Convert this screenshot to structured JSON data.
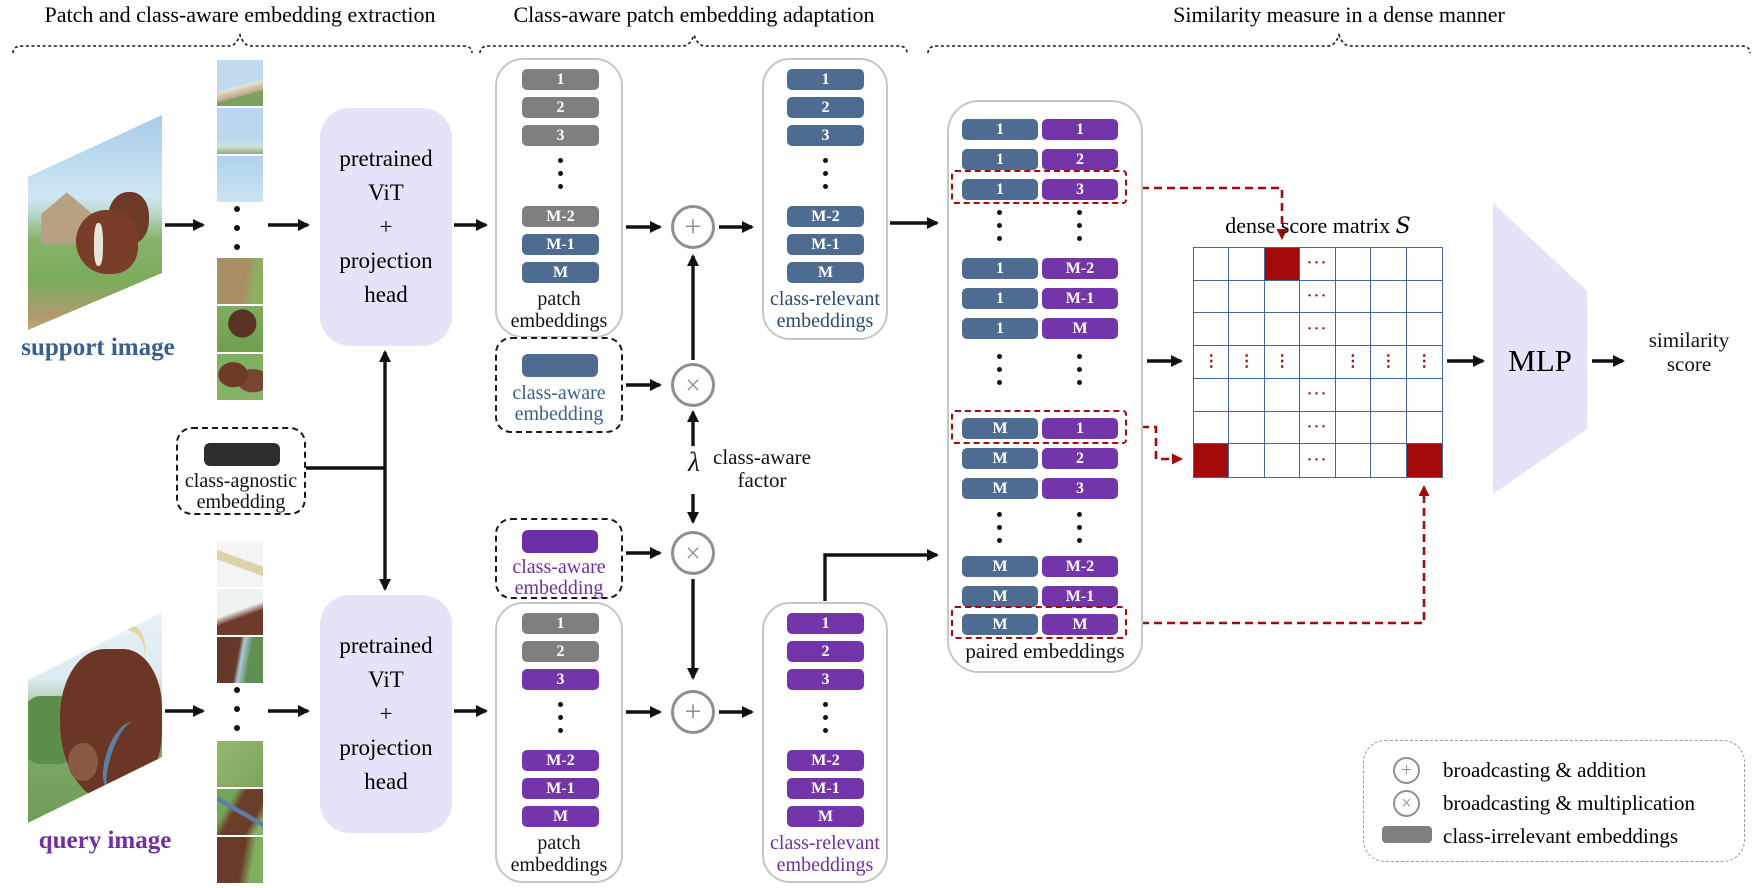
{
  "sections": [
    {
      "title": "Patch and class-aware embedding extraction"
    },
    {
      "title": "Class-aware patch embedding adaptation"
    },
    {
      "title": "Similarity measure in a dense manner"
    }
  ],
  "support": {
    "image_label": "support image"
  },
  "query": {
    "image_label": "query image"
  },
  "vit": {
    "text": "pretrained\nViT\n+\nprojection\nhead"
  },
  "class_agnostic": {
    "label": "class-agnostic\nembedding"
  },
  "class_aware_support": {
    "label": "class-aware\nembedding"
  },
  "class_aware_query": {
    "label": "class-aware\nembedding"
  },
  "factor": {
    "symbol": "λ",
    "label": "class-aware\nfactor"
  },
  "ops": {
    "plus": "+",
    "times": "×"
  },
  "columns": {
    "support_patch": {
      "rows": [
        "1",
        "2",
        "3",
        "M-2",
        "M-1",
        "M"
      ],
      "label": "patch\nembeddings"
    },
    "support_relevant": {
      "rows": [
        "1",
        "2",
        "3",
        "M-2",
        "M-1",
        "M"
      ],
      "label": "class-relevant\nembeddings"
    },
    "query_patch": {
      "rows": [
        "1",
        "2",
        "3",
        "M-2",
        "M-1",
        "M"
      ],
      "label": "patch\nembeddings"
    },
    "query_relevant": {
      "rows": [
        "1",
        "2",
        "3",
        "M-2",
        "M-1",
        "M"
      ],
      "label": "class-relevant\nembeddings"
    }
  },
  "paired": {
    "label": "paired embeddings",
    "rows": [
      [
        "1",
        "1"
      ],
      [
        "1",
        "2"
      ],
      [
        "1",
        "3"
      ],
      [
        "1",
        "M-2"
      ],
      [
        "1",
        "M-1"
      ],
      [
        "1",
        "M"
      ],
      [
        "M",
        "1"
      ],
      [
        "M",
        "2"
      ],
      [
        "M",
        "3"
      ],
      [
        "M",
        "M-2"
      ],
      [
        "M",
        "M-1"
      ],
      [
        "M",
        "M"
      ]
    ]
  },
  "score_matrix": {
    "title": "dense score matrix ",
    "symbol": "S",
    "rows": 7,
    "cols": 7,
    "red_cells": [
      [
        0,
        2
      ],
      [
        6,
        0
      ],
      [
        6,
        6
      ]
    ],
    "hdots": "···",
    "vdots": "⋮"
  },
  "mlp": {
    "label": "MLP"
  },
  "output": {
    "label": "similarity\nscore"
  },
  "legend": {
    "items": [
      {
        "icon": "plus-circle-icon",
        "label": "broadcasting & addition"
      },
      {
        "icon": "times-circle-icon",
        "label": "broadcasting & multiplication"
      },
      {
        "icon": "gray-box-icon",
        "label": "class-irrelevant embeddings"
      }
    ]
  },
  "colors": {
    "support_blue": "#4e6c92",
    "query_purple": "#7435ab",
    "irrelevant_gray": "#7f7f7f",
    "highlight_red": "#a40a0a",
    "module_lavender": "#e4e3f7",
    "grid_blue": "#44679b"
  }
}
